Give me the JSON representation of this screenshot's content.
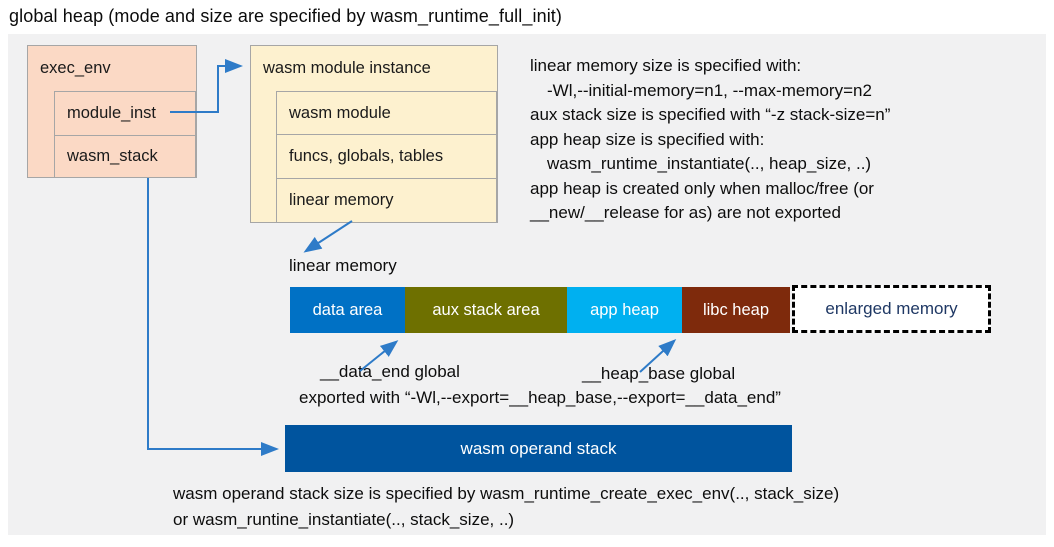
{
  "title": "global heap (mode and size are specified by wasm_runtime_full_init)",
  "exec_env": {
    "header": "exec_env",
    "rows": [
      "module_inst",
      "wasm_stack"
    ]
  },
  "module_instance": {
    "header": "wasm module instance",
    "rows": [
      "wasm module",
      "funcs, globals, tables",
      "linear memory"
    ]
  },
  "notes": {
    "lines": [
      "linear memory size is specified with:",
      "-Wl,--initial-memory=n1, --max-memory=n2",
      "aux stack size is specified with “-z stack-size=n”",
      "app heap size is specified with:",
      "wasm_runtime_instantiate(.., heap_size, ..)",
      "app heap is created only when malloc/free (or",
      "__new/__release for as) are not exported"
    ]
  },
  "linear_memory": {
    "label": "linear memory",
    "segments": [
      {
        "label": "data area",
        "color": "#0071c5"
      },
      {
        "label": "aux stack area",
        "color": "#6e7000"
      },
      {
        "label": "app heap",
        "color": "#00b0f0"
      },
      {
        "label": "libc heap",
        "color": "#7e2a0c"
      },
      {
        "label": "enlarged memory",
        "color": "#ffffff",
        "text_color": "#1f3864",
        "border": "dashed"
      }
    ]
  },
  "annotations": {
    "data_end": "__data_end global",
    "heap_base": "__heap_base global",
    "exported": "exported with “-Wl,--export=__heap_base,--export=__data_end”"
  },
  "operand_stack": {
    "label": "wasm operand stack",
    "color": "#00549e"
  },
  "footer": {
    "lines": [
      "wasm operand stack size is specified by wasm_runtime_create_exec_env(.., stack_size)",
      "or wasm_runtine_instantiate(.., stack_size, ..)"
    ]
  },
  "colors": {
    "arrow": "#2e7bc8",
    "canvas": "#f1f1f2",
    "exec_env_fill": "#fbd9c5",
    "module_instance_fill": "#fdf1cf"
  }
}
